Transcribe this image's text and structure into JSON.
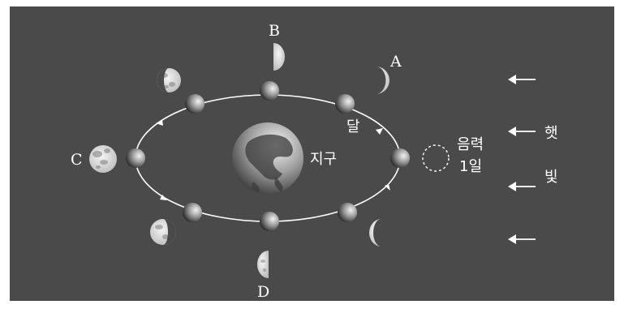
{
  "labels": {
    "A": "A",
    "B": "B",
    "C": "C",
    "D": "D",
    "moon": "달",
    "earth": "지구",
    "lunar_day_line1": "음력",
    "lunar_day_line2": "1일",
    "sunlight_line1": "햇",
    "sunlight_line2": "빛"
  },
  "colors": {
    "background": "#4a4a4a",
    "orbit": "#ffffff",
    "text": "#ffffff"
  },
  "icons": {
    "sunlight_arrow": "left-arrow-icon",
    "orbit_direction": "arrowhead-icon",
    "new_moon_outline": "dashed-circle-icon"
  }
}
